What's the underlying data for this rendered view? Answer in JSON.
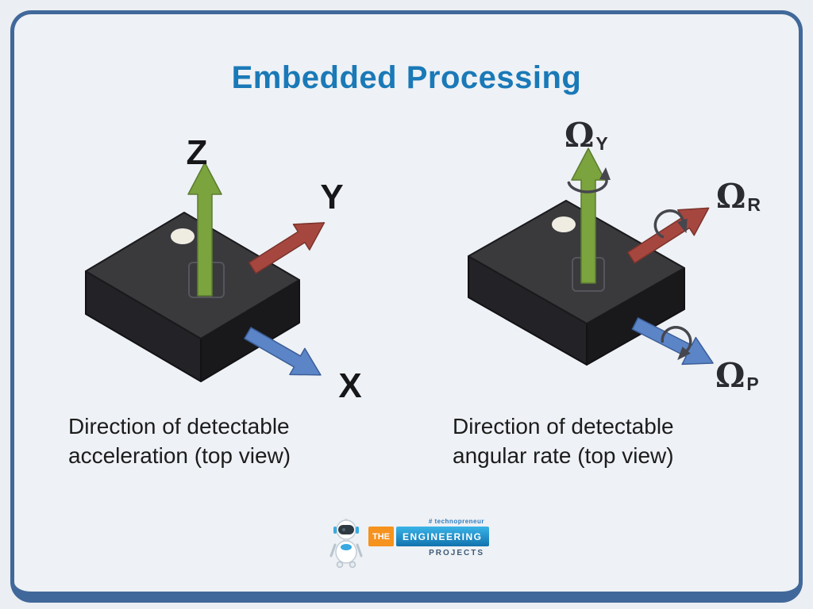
{
  "title": "Embedded Processing",
  "diagrams": {
    "acceleration": {
      "labels": {
        "up": "Z",
        "upper_right": "Y",
        "lower_right": "X"
      },
      "caption_line1": "Direction of detectable",
      "caption_line2": "acceleration (top view)"
    },
    "angular_rate": {
      "labels": {
        "up_symbol": "Ω",
        "up_sub": "Y",
        "upper_right_symbol": "Ω",
        "upper_right_sub": "R",
        "lower_right_symbol": "Ω",
        "lower_right_sub": "P"
      },
      "caption_line1": "Direction of detectable",
      "caption_line2": "angular rate (top view)"
    }
  },
  "colors": {
    "frame_border": "#41689a",
    "title_blue": "#1a79b7",
    "arrow_green": "#7ba33e",
    "arrow_red": "#a6473f",
    "arrow_blue": "#5b85c6",
    "chip_dark": "#3a3a3d"
  },
  "logo": {
    "tagline": "# technopreneur",
    "word_the": "THE",
    "word_engineering": "ENGINEERING",
    "word_projects": "PROJECTS"
  }
}
